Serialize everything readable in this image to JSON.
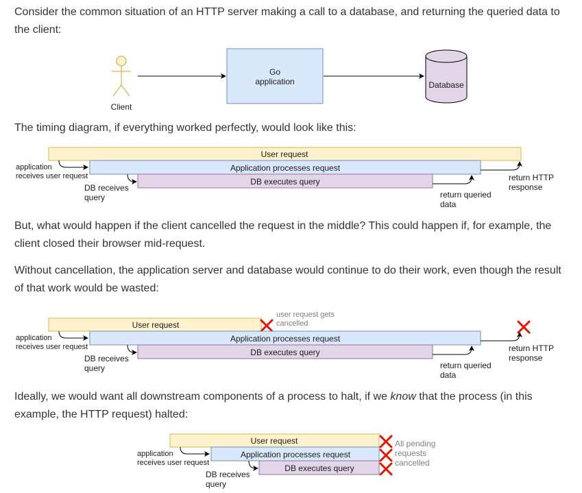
{
  "paragraphs": {
    "p1": "Consider the common situation of an HTTP server making a call to a database, and returning the queried data to the client:",
    "p2": "The timing diagram, if everything worked perfectly, would look like this:",
    "p3": "But, what would happen if the client cancelled the request in the middle? This could happen if, for example, the client closed their browser mid-request.",
    "p4": "Without cancellation, the application server and database would continue to do their work, even though the result of that work would be wasted:",
    "p5_before": "Ideally, we would want all downstream components of a process to halt, if we ",
    "p5_em": "know",
    "p5_after": " that the process (in this example, the HTTP request) halted:"
  },
  "arch": {
    "client": "Client",
    "app_line1": "Go",
    "app_line2": "application",
    "db": "Database"
  },
  "timing": {
    "user_request": "User request",
    "app_processes": "Application processes request",
    "db_executes": "DB executes query",
    "app_receives_l1": "application",
    "app_receives_l2": "receives user request",
    "db_receives_l1": "DB receives",
    "db_receives_l2": "query",
    "return_data_l1": "return queried",
    "return_data_l2": "data",
    "return_http_l1": "return HTTP",
    "return_http_l2": "response"
  },
  "cancel": {
    "gets_cancelled_l1": "user request gets",
    "gets_cancelled_l2": "cancelled",
    "pending_l1": "All pending",
    "pending_l2": "requests",
    "pending_l3": "cancelled"
  },
  "colors": {
    "user_request_fill": "#fff2cc",
    "user_request_stroke": "#d6b656",
    "app_fill": "#dae8fc",
    "app_stroke": "#6c8ebf",
    "db_fill": "#e1d5e7",
    "db_stroke": "#9673a6",
    "cancel_x": "#e51400"
  }
}
